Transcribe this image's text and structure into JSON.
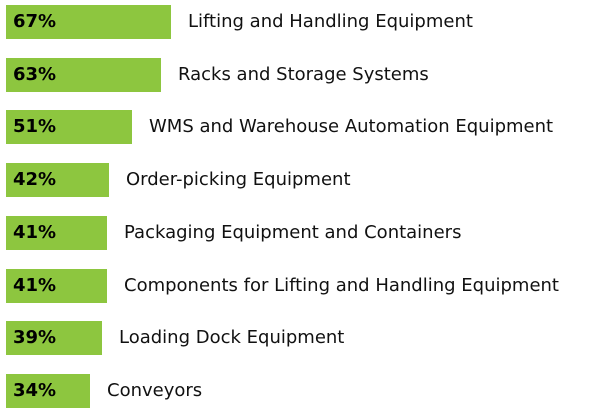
{
  "chart_data": {
    "type": "bar",
    "orientation": "horizontal",
    "categories": [
      "Lifting and Handling Equipment",
      "Racks and Storage Systems",
      "WMS and Warehouse Automation Equipment",
      "Order-picking Equipment",
      "Packaging Equipment and Containers",
      "Components for Lifting and Handling Equipment",
      "Loading Dock Equipment",
      "Conveyors"
    ],
    "values": [
      67,
      63,
      51,
      42,
      41,
      41,
      39,
      34
    ],
    "value_labels": [
      "67%",
      "63%",
      "51%",
      "42%",
      "41%",
      "41%",
      "39%",
      "34%"
    ],
    "title": "",
    "xlabel": "",
    "ylabel": "",
    "xlim": [
      0,
      100
    ],
    "grid": false,
    "legend": "none",
    "colors": {
      "bar": "#8dc63f",
      "value_text": "#000000",
      "label_text": "#111111"
    }
  }
}
